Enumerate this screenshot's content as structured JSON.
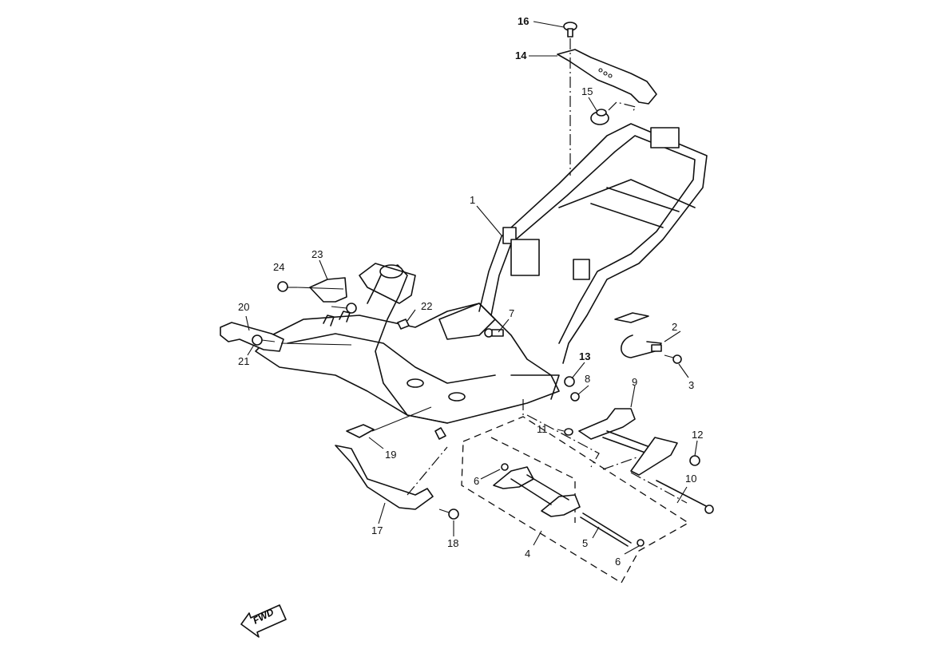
{
  "diagram": {
    "title": "Frame exploded parts view",
    "callouts": [
      {
        "id": "1",
        "label": "1"
      },
      {
        "id": "2",
        "label": "2"
      },
      {
        "id": "3",
        "label": "3"
      },
      {
        "id": "4",
        "label": "4"
      },
      {
        "id": "5",
        "label": "5"
      },
      {
        "id": "6a",
        "label": "6"
      },
      {
        "id": "6b",
        "label": "6"
      },
      {
        "id": "7",
        "label": "7"
      },
      {
        "id": "8",
        "label": "8"
      },
      {
        "id": "9",
        "label": "9"
      },
      {
        "id": "10",
        "label": "10"
      },
      {
        "id": "11",
        "label": "11"
      },
      {
        "id": "12",
        "label": "12"
      },
      {
        "id": "13",
        "label": "13"
      },
      {
        "id": "14",
        "label": "14"
      },
      {
        "id": "15",
        "label": "15"
      },
      {
        "id": "16",
        "label": "16"
      },
      {
        "id": "17",
        "label": "17"
      },
      {
        "id": "18",
        "label": "18"
      },
      {
        "id": "19",
        "label": "19"
      },
      {
        "id": "20",
        "label": "20"
      },
      {
        "id": "21",
        "label": "21"
      },
      {
        "id": "22",
        "label": "22"
      },
      {
        "id": "23",
        "label": "23"
      },
      {
        "id": "24",
        "label": "24"
      }
    ],
    "direction_indicator": {
      "label": "FWD",
      "icon": "arrow-left-down"
    }
  }
}
